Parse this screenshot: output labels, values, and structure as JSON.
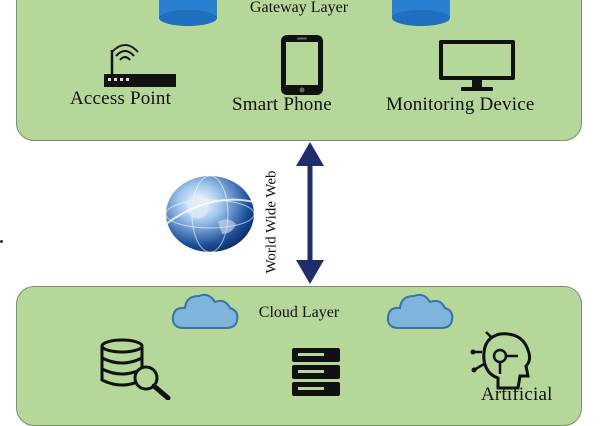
{
  "gateway": {
    "title": "Gateway Layer",
    "devices": [
      {
        "label": "Access Point",
        "icon": "wifi-router-icon"
      },
      {
        "label": "Smart Phone",
        "icon": "smartphone-icon"
      },
      {
        "label": "Monitoring Device",
        "icon": "monitor-icon"
      }
    ]
  },
  "connection": {
    "label": "World Wide Web",
    "icon": "globe-icon"
  },
  "cloud": {
    "title": "Cloud Layer",
    "items": [
      {
        "label": "",
        "icon": "database-search-icon"
      },
      {
        "label": "",
        "icon": "server-icon"
      },
      {
        "label": "Artificial",
        "icon": "ai-head-icon"
      }
    ]
  },
  "colors": {
    "layer_fill": "#b5d79a",
    "layer_border": "#7c8f72",
    "arrow": "#1f2d6b",
    "cylinder": "#2a7fd0",
    "cloud_icon": "#7fb4dd"
  }
}
